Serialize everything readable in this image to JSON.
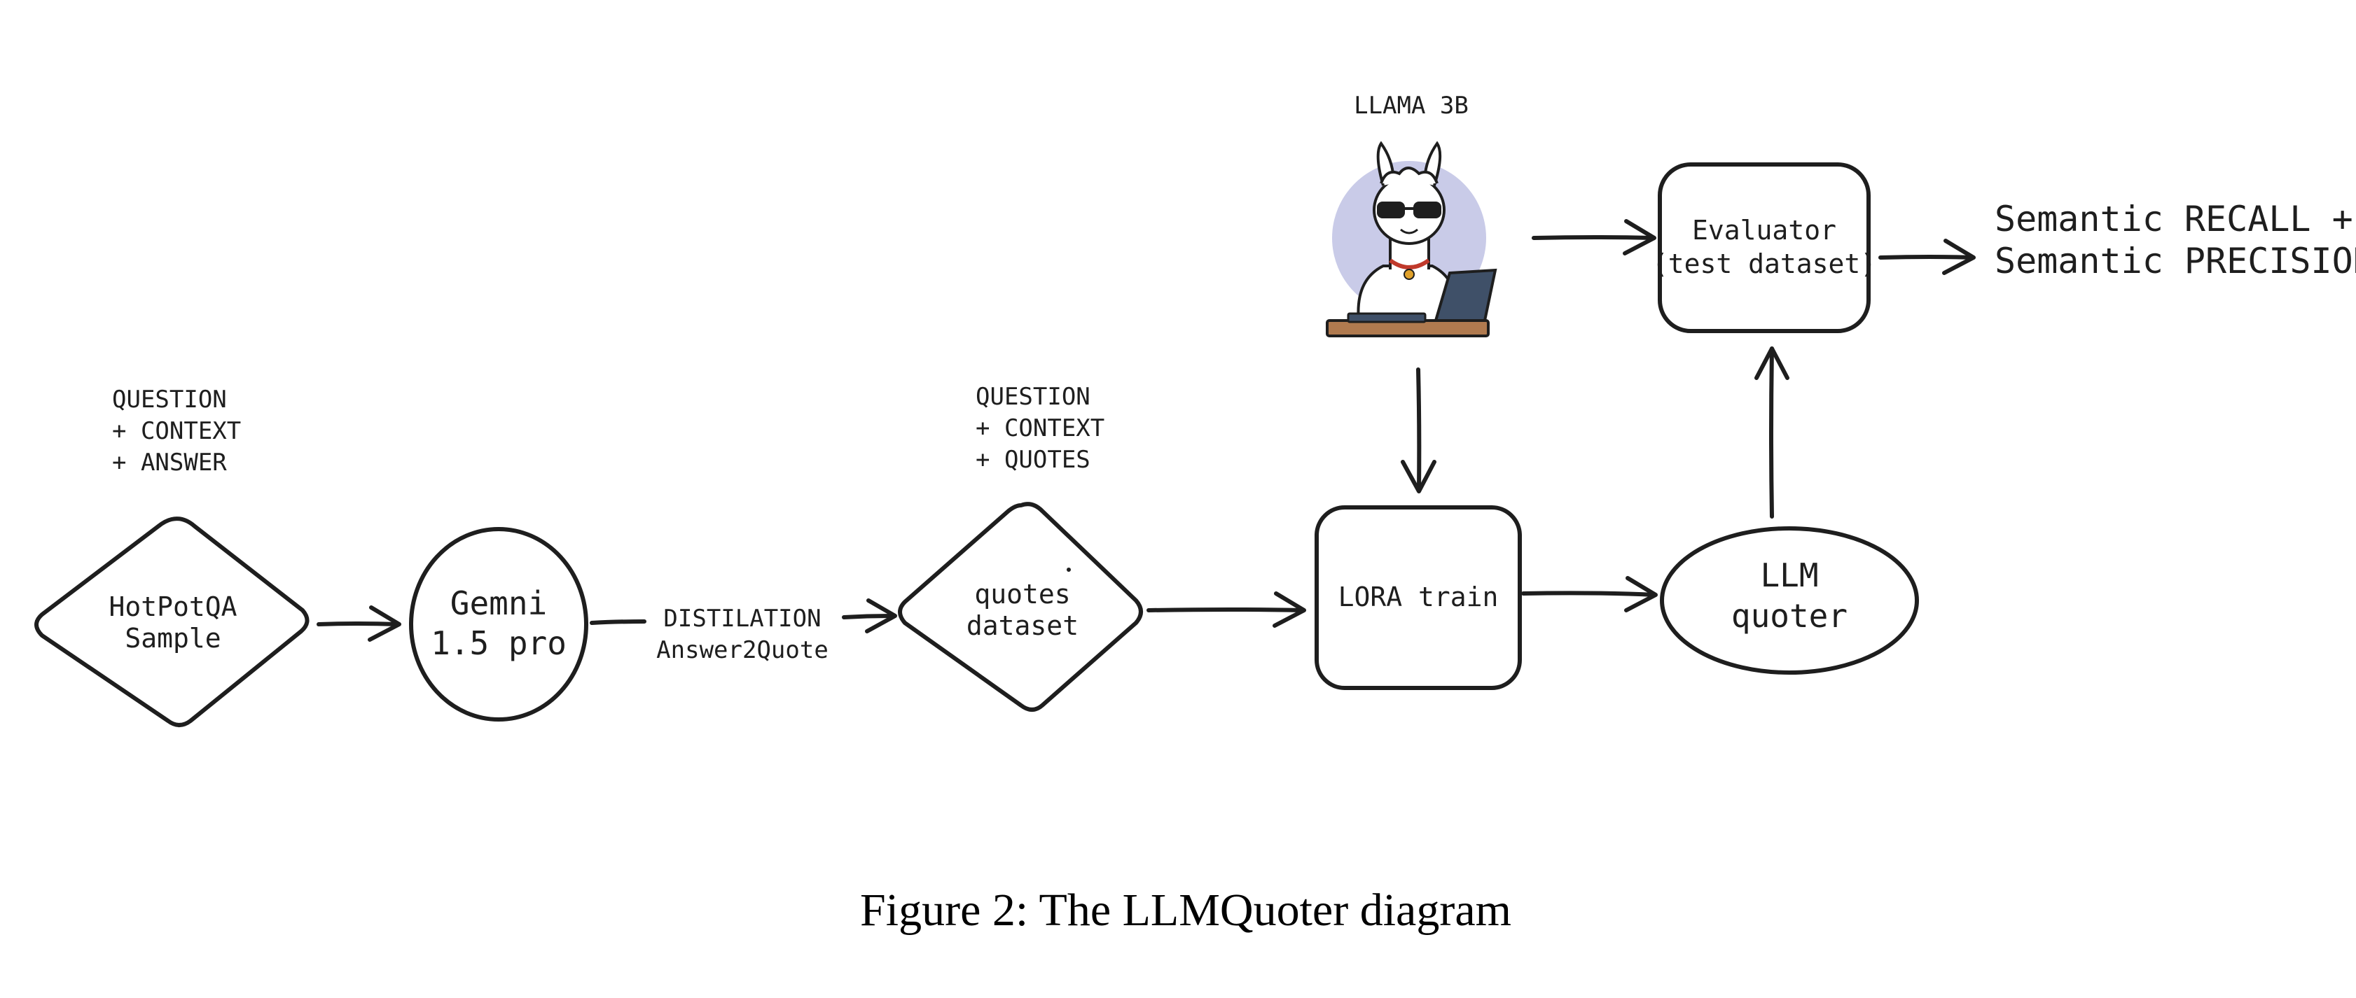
{
  "colors": {
    "yellow": "#fbe8a0",
    "blue": "#a9d0f9",
    "pink": "#f5c4c4",
    "halo": "#c9cbe8",
    "ink": "#1e1e1e"
  },
  "nodes": {
    "hotpotqa": {
      "line1": "HotPotQA",
      "line2": "Sample"
    },
    "gemini": {
      "line1": "Gemni",
      "line2": "1.5 pro"
    },
    "quotes": {
      "line1": "quotes",
      "line2": "dataset"
    },
    "lora": {
      "label": "LORA train"
    },
    "llm_quoter": {
      "line1": "LLM",
      "line2": "quoter"
    },
    "evaluator": {
      "line1": "Evaluator",
      "line2": "(test dataset)"
    },
    "llama": {
      "label": "LLAMA 3B",
      "icon": "llama-icon"
    }
  },
  "annotations": {
    "input_fields": {
      "line1": "QUESTION",
      "line2": "+ CONTEXT",
      "line3": "+ ANSWER"
    },
    "output_fields": {
      "line1": "QUESTION",
      "line2": "+ CONTEXT",
      "line3": "+ QUOTES"
    },
    "distillation": {
      "line1": "DISTILATION",
      "line2": "Answer2Quote"
    },
    "metrics": {
      "line1": "Semantic RECALL +",
      "line2": "Semantic PRECISION"
    }
  },
  "caption": "Figure 2: The LLMQuoter diagram"
}
